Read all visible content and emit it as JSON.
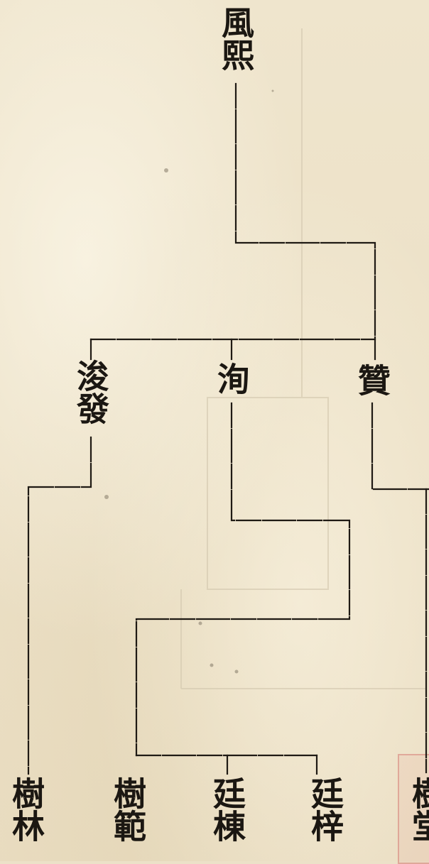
{
  "genealogy": {
    "root": {
      "name": "風熙"
    },
    "generation_2": [
      {
        "name": "浚發"
      },
      {
        "name": "洵"
      },
      {
        "name": "贊"
      }
    ],
    "generation_3": [
      {
        "name": "樹林"
      },
      {
        "name": "樹範"
      },
      {
        "name": "廷棟"
      },
      {
        "name": "廷梓"
      },
      {
        "name": "樹堂"
      }
    ]
  },
  "colors": {
    "paper": "#ece1c8",
    "ink": "#1b1712",
    "bleed_through": "#cfc3a8"
  }
}
